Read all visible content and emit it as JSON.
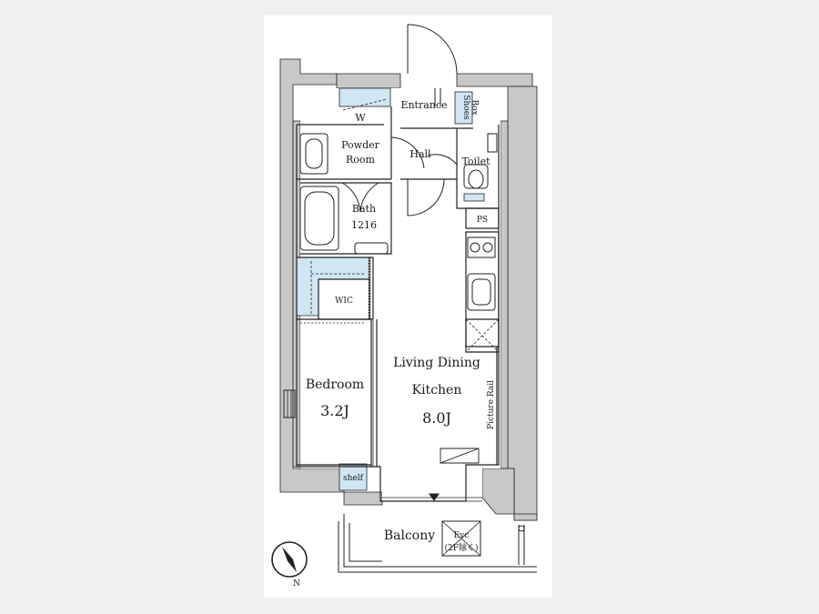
{
  "rooms": {
    "entrance": "Entrance",
    "shoes_box": [
      "Shoes",
      "Box"
    ],
    "washer": "W",
    "powder_room": [
      "Powder",
      "Room"
    ],
    "hall": "Hall",
    "toilet": "Toilet",
    "bath": [
      "Bath",
      "1216"
    ],
    "ps": "PS",
    "wic": "WIC",
    "bedroom": [
      "Bedroom",
      "3.2J"
    ],
    "ldk": [
      "Living Dining",
      "Kitchen",
      "8.0J"
    ],
    "picture_rail": "Picture Rail",
    "shelf": "shelf",
    "balcony": "Balcony",
    "evac": [
      "Evc",
      "(2F除く)"
    ]
  },
  "compass": {
    "label": "N"
  },
  "colors": {
    "wall": "#c8c8c8",
    "storage": "#cfe6f3",
    "line": "#222222",
    "page": "#f0f0f0"
  }
}
